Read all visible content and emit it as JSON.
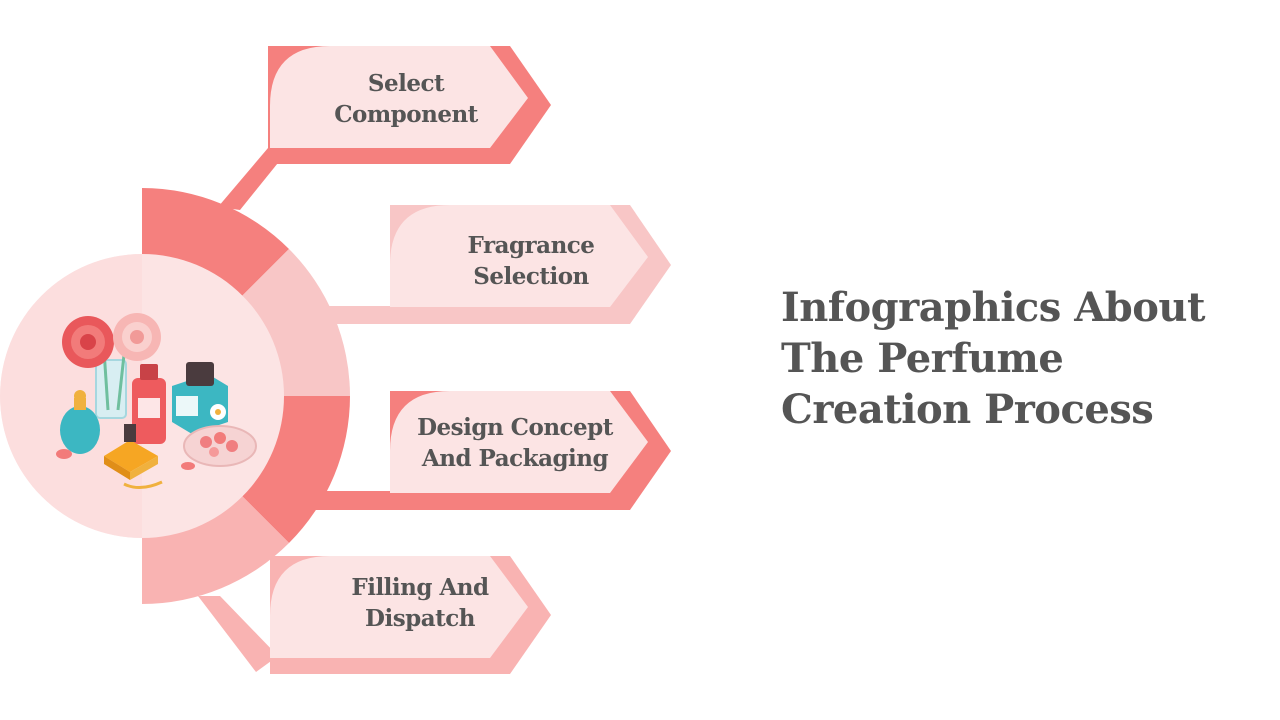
{
  "title": {
    "line1": "Infographics About",
    "line2": "The Perfume",
    "line3": "Creation Process"
  },
  "steps": [
    {
      "line1": "Select",
      "line2": "Component",
      "color": "#F5807E"
    },
    {
      "line1": "Fragrance",
      "line2": "Selection",
      "color": "#F8C6C6"
    },
    {
      "line1": "Design Concept",
      "line2": "And Packaging",
      "color": "#F5807E"
    },
    {
      "line1": "Filling And",
      "line2": "Dispatch",
      "color": "#F9B3B2"
    }
  ],
  "colors": {
    "label_fill": "#FCE4E4",
    "text": "#555555",
    "center_circle": "#FCE4E4",
    "icon": "perfume-bottles-illustration-icon"
  }
}
